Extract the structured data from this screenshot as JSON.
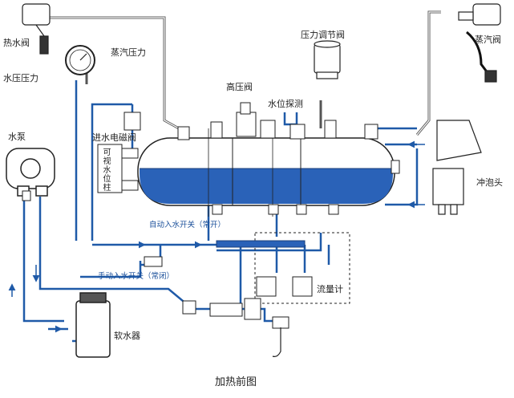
{
  "labels": {
    "hot_water_valve": "热水阀",
    "steam_pressure": "蒸汽压力",
    "water_pressure": "水压压力",
    "pressure_regulator": "压力调节阀",
    "steam_valve": "蒸汽阀",
    "high_pressure_valve": "高压阀",
    "water_level_probe": "水位探测",
    "water_pump": "水泵",
    "inlet_solenoid": "进水电磁阀",
    "sight_glass": "可视水位柱",
    "froth_head": "冲泡头",
    "auto_inlet_switch": "自动入水开关（常开）",
    "manual_inlet_switch": "手动入水开关（常闭）",
    "flow_meter": "流量计",
    "water_softener": "软水器",
    "caption": "加热前图"
  },
  "colors": {
    "pipe_blue": "#1f5aa8",
    "water_blue": "#2a62b8",
    "line_gray": "#555555"
  }
}
